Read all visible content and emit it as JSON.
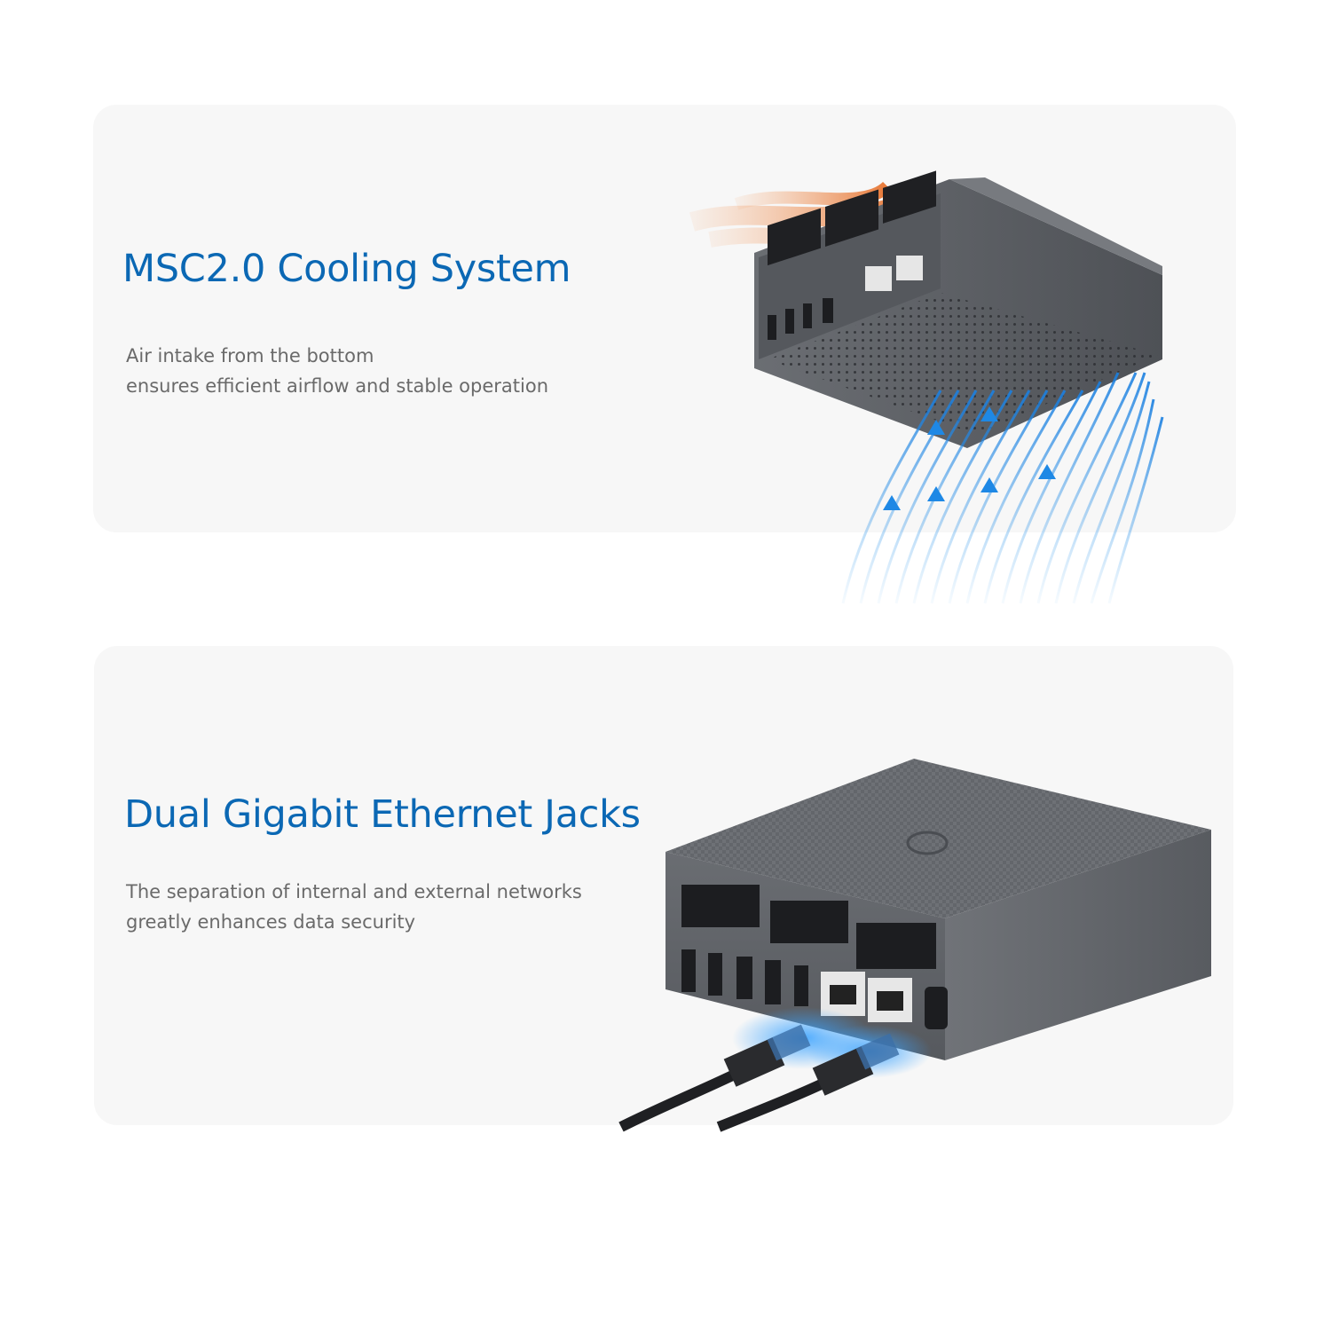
{
  "sections": [
    {
      "title": "MSC2.0 Cooling System",
      "description_lines": [
        "Air intake from the bottom",
        "ensures efficient airflow and stable operation"
      ],
      "image": "mini-pc-bottom-airflow"
    },
    {
      "title": "Dual Gigabit Ethernet Jacks",
      "description_lines": [
        "The separation of internal and external networks",
        "greatly enhances data security"
      ],
      "image": "mini-pc-ethernet-cables"
    }
  ],
  "colors": {
    "title": "#0b68b4",
    "text": "#6a6a6a",
    "card": "#f7f7f7",
    "cool_air": "#1e88e5",
    "hot_air": "#e8772e",
    "chassis": "#5f6266"
  }
}
